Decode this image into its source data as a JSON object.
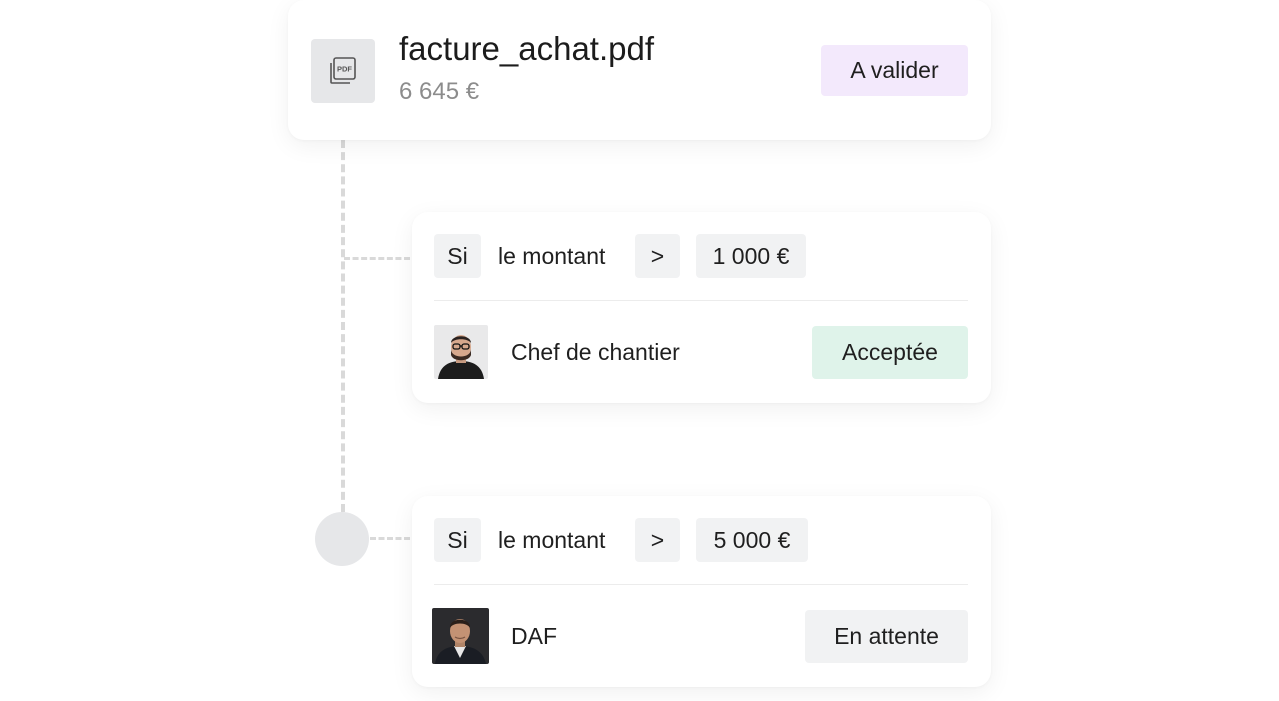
{
  "document": {
    "icon": "pdf-file-icon",
    "filename": "facture_achat.pdf",
    "amount": "6 645 €",
    "status": "A valider",
    "status_color": "#f3e9fc"
  },
  "rules": [
    {
      "condition_keyword": "Si",
      "field": "le montant",
      "operator": ">",
      "threshold": "1 000 €",
      "approver_role": "Chef de chantier",
      "status": "Acceptée",
      "status_color": "#dff3ea"
    },
    {
      "condition_keyword": "Si",
      "field": "le montant",
      "operator": ">",
      "threshold": "5 000 €",
      "approver_role": "DAF",
      "status": "En attente",
      "status_color": "#f1f2f3"
    }
  ]
}
